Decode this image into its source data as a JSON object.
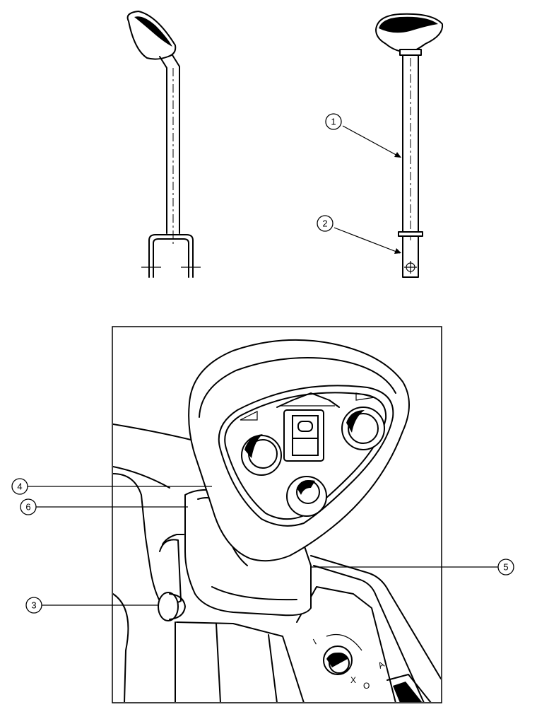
{
  "callouts": [
    {
      "id": "callout-1",
      "label": "1"
    },
    {
      "id": "callout-2",
      "label": "2"
    },
    {
      "id": "callout-3",
      "label": "3"
    },
    {
      "id": "callout-4",
      "label": "4"
    },
    {
      "id": "callout-5",
      "label": "5"
    },
    {
      "id": "callout-6",
      "label": "6"
    }
  ],
  "switch_labels": {
    "left": "I",
    "x": "X",
    "o": "O",
    "a": "A"
  }
}
